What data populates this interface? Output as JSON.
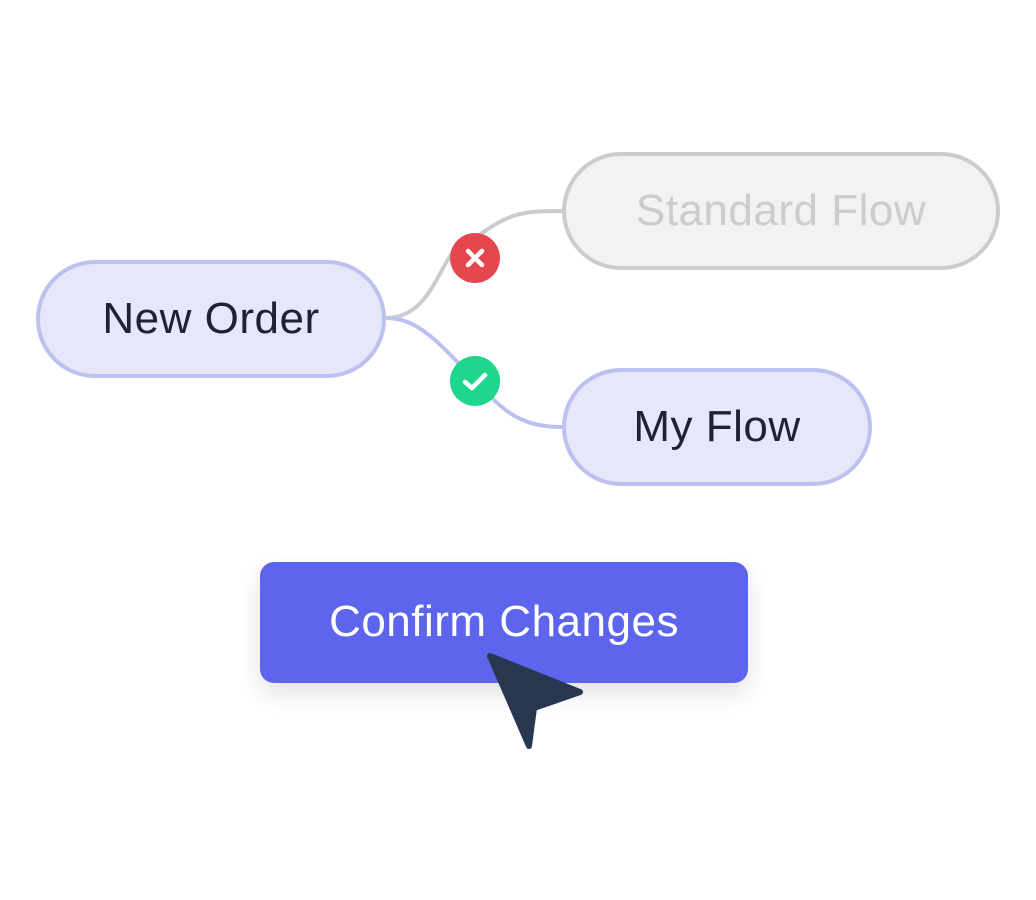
{
  "diagram": {
    "source_node": {
      "label": "New Order",
      "state": "active"
    },
    "branches": [
      {
        "label": "Standard Flow",
        "state": "inactive",
        "status_icon": "x-icon",
        "status": "rejected"
      },
      {
        "label": "My Flow",
        "state": "active",
        "status_icon": "check-icon",
        "status": "selected"
      }
    ]
  },
  "actions": {
    "confirm_label": "Confirm Changes"
  },
  "colors": {
    "active_fill": "#e6e7f8",
    "active_border": "#bcc1f0",
    "inactive_fill": "#f2f2f2",
    "inactive_border": "#cccccc",
    "reject": "#e5474f",
    "accept": "#1fd68f",
    "primary": "#5d65ec",
    "cursor": "#283750"
  }
}
